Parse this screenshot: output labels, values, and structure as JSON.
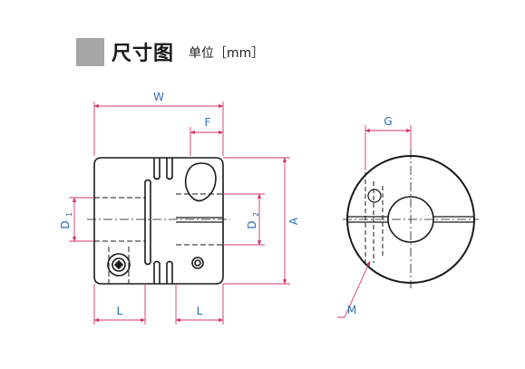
{
  "header": {
    "title": "尺寸图",
    "unit": "单位［mm］"
  },
  "labels": {
    "w": "W",
    "f": "F",
    "g": "G",
    "a": "A",
    "d1": "D",
    "d1_sub": "1",
    "d2": "D",
    "d2_sub": "2",
    "l_left": "L",
    "l_right": "L",
    "m": "M"
  },
  "colors": {
    "dimension_line": "#d6336c",
    "dimension_text": "#2b6fb5",
    "outline": "#1a1a1a",
    "header_square": "#a6a6a6"
  }
}
